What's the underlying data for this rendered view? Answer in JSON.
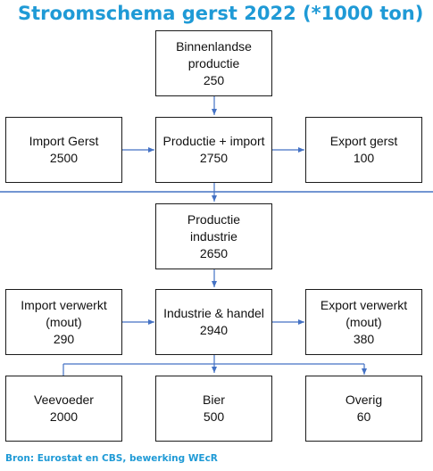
{
  "title": "Stroomschema gerst 2022 (*1000 ton)",
  "source": "Bron: Eurostat en CBS, bewerking WEcR",
  "colors": {
    "accent": "#1f9ad6",
    "arrow": "#4472c4",
    "border": "#1b1b1b"
  },
  "nodes": {
    "domestic": {
      "lines": [
        "Binnenlandse",
        "productie"
      ],
      "value": "250"
    },
    "import_gerst": {
      "lines": [
        "Import Gerst"
      ],
      "value": "2500"
    },
    "prod_import": {
      "lines": [
        "Productie + import"
      ],
      "value": "2750"
    },
    "export_gerst": {
      "lines": [
        "Export gerst"
      ],
      "value": "100"
    },
    "prod_industrie": {
      "lines": [
        "Productie",
        "industrie"
      ],
      "value": "2650"
    },
    "import_verwerkt": {
      "lines": [
        "Import verwerkt",
        "(mout)"
      ],
      "value": "290"
    },
    "industrie_handel": {
      "lines": [
        "Industrie & handel"
      ],
      "value": "2940"
    },
    "export_verwerkt": {
      "lines": [
        "Export verwerkt",
        "(mout)"
      ],
      "value": "380"
    },
    "veevoeder": {
      "lines": [
        "Veevoeder"
      ],
      "value": "2000"
    },
    "bier": {
      "lines": [
        "Bier"
      ],
      "value": "500"
    },
    "overig": {
      "lines": [
        "Overig"
      ],
      "value": "60"
    }
  }
}
